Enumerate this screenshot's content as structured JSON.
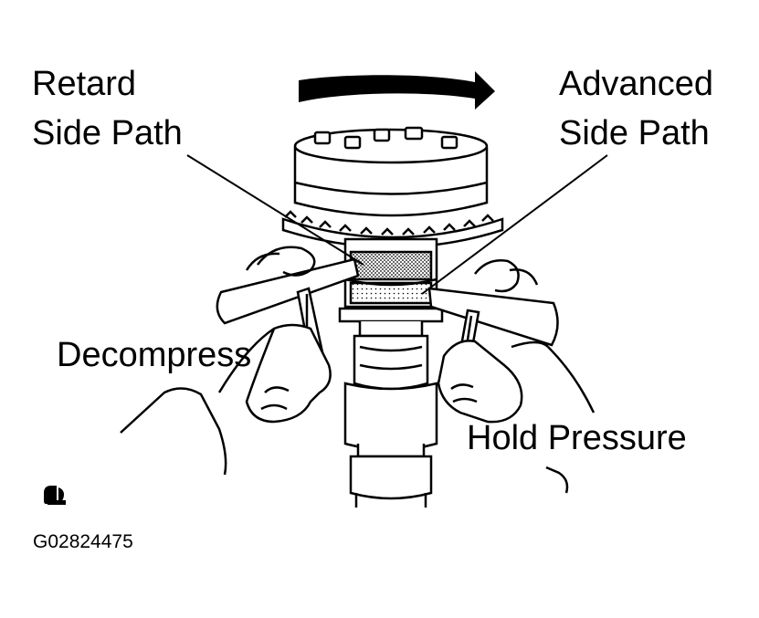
{
  "labels": {
    "retard_line1": "Retard",
    "retard_line2": "Side Path",
    "advanced_line1": "Advanced",
    "advanced_line2": "Side Path",
    "decompress": "Decompress",
    "hold_pressure": "Hold Pressure",
    "figure_code": "G02824475"
  },
  "colors": {
    "ink": "#000000",
    "paper": "#ffffff"
  },
  "icons": {
    "rotation": "curved-arrow-right",
    "corner_mark": "small-logo-mark"
  }
}
